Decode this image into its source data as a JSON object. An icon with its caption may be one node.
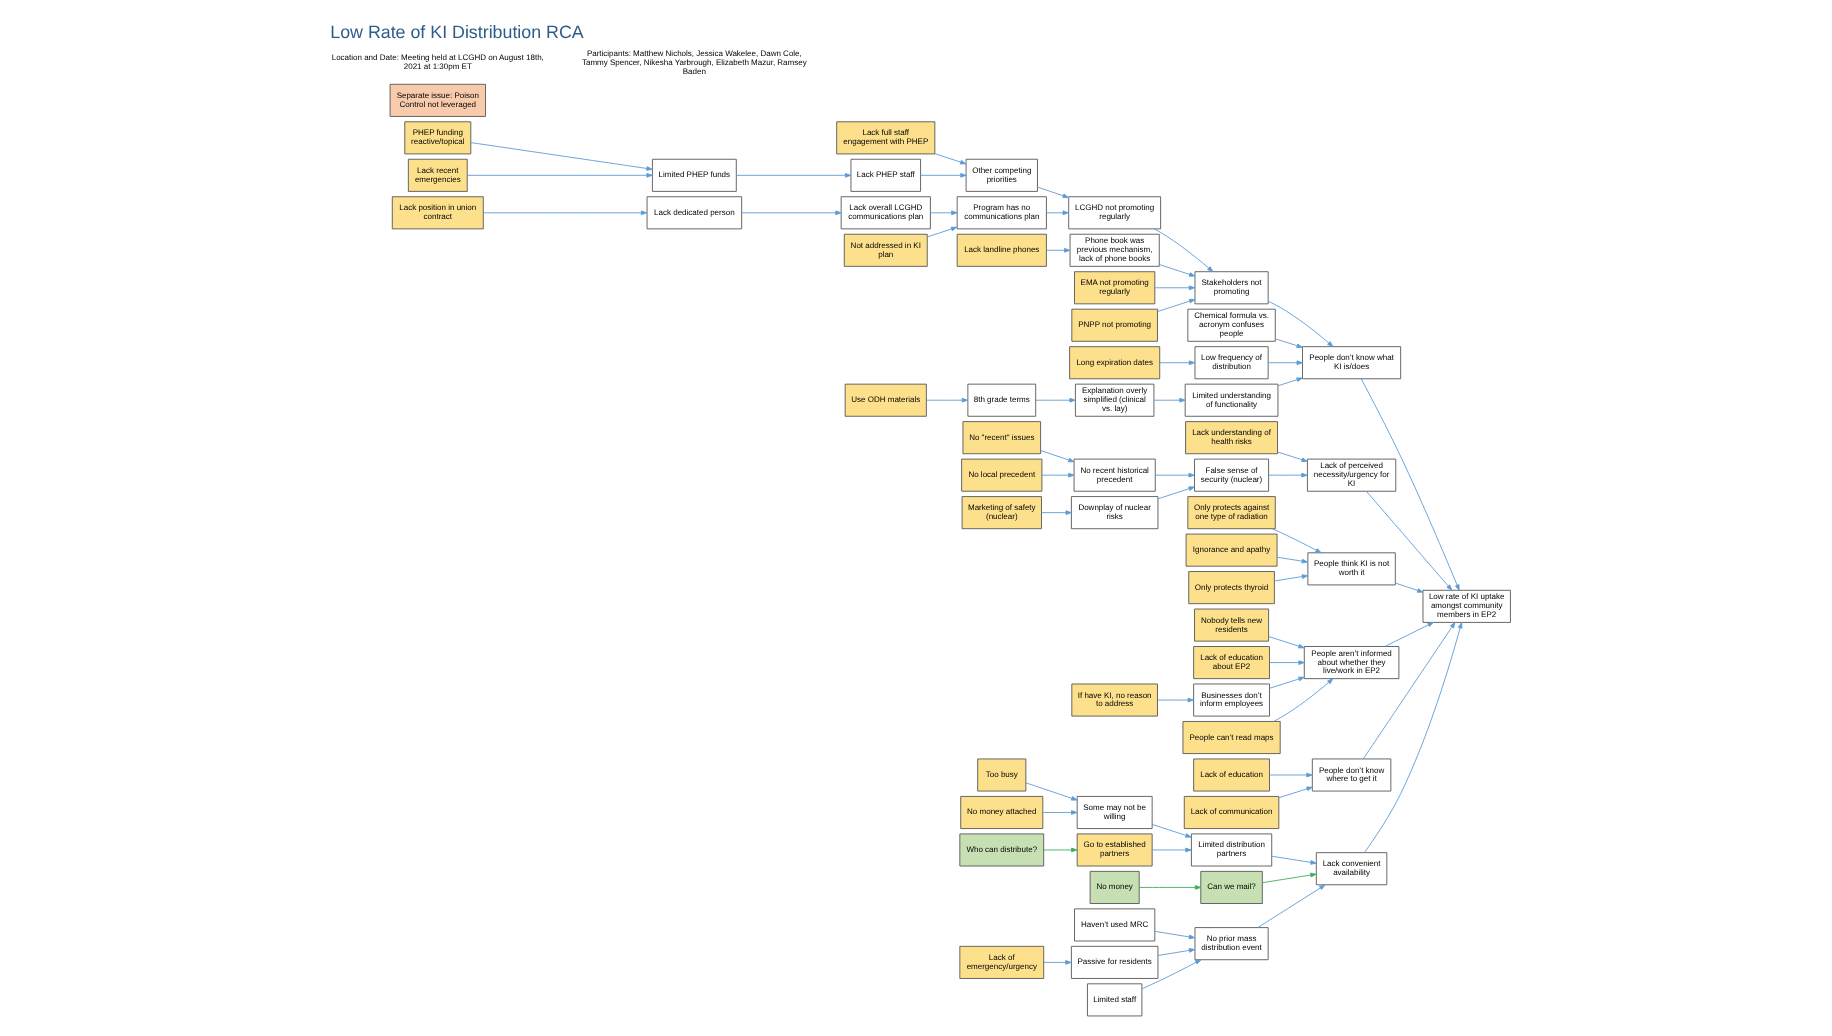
{
  "diagram": {
    "title": "Low Rate of KI Distribution RCA",
    "nodes": [
      {
        "text": [
          "No local precedent"
        ]
      },
      {
        "text": [
          "No \"recent\" issues"
        ]
      },
      {
        "text": [
          "No recent historical precedent"
        ]
      },
      {
        "text": [
          "Marketing of safety (nuclear)"
        ]
      },
      {
        "text": [
          "Downplay of nuclear risks"
        ]
      },
      {
        "text": [
          "Use ODH materials"
        ]
      },
      {
        "text": [
          "8th grade terms"
        ]
      },
      {
        "text": [
          "False sense of security (nuclear)"
        ]
      },
      {
        "text": [
          "Explanation overly simplified (clinical vs. lay)"
        ]
      },
      {
        "text": [
          "Lack understanding of health risks"
        ]
      },
      {
        "text": [
          "Long expiration dates"
        ]
      },
      {
        "text": [
          "Low frequency of distribution"
        ]
      },
      {
        "text": [
          "Limited understanding of functionality"
        ]
      },
      {
        "text": [
          "Stakeholders not promoting"
        ]
      },
      {
        "text": [
          "PNPP not promoting"
        ]
      },
      {
        "text": [
          "Not addressed in KI plan"
        ]
      },
      {
        "text": [
          "Program has no communications plan"
        ]
      },
      {
        "text": [
          "LCGHD not promoting regularly"
        ]
      },
      {
        "text": [
          "Lack position in union contract"
        ]
      },
      {
        "text": [
          "Lack dedicated person"
        ]
      },
      {
        "text": [
          "Lack overall LCGHD communications plan"
        ]
      },
      {
        "text": [
          "Phone book was previous mechanism, lack of phone books"
        ]
      },
      {
        "text": [
          "Lack recent emergencies"
        ]
      },
      {
        "text": [
          "Limited PHEP funds"
        ]
      },
      {
        "text": [
          "Lack PHEP staff"
        ]
      },
      {
        "text": [
          "Other competing priorities"
        ]
      },
      {
        "text": [
          "PHEP funding reactive/topical"
        ]
      },
      {
        "text": [
          "Lack full staff engagement with PHEP"
        ]
      },
      {
        "text": [
          "Lack landline phones"
        ]
      },
      {
        "text": [
          "EMA not promoting regularly"
        ]
      },
      {
        "text": [
          "Lack of perceived necessity/urgency for KI"
        ]
      },
      {
        "text": [
          "Chemical formula vs. acronym confuses people"
        ]
      },
      {
        "text": [
          "People don’t know what KI is/does"
        ]
      },
      {
        "text": [
          "Only protects against one type of radiation"
        ]
      },
      {
        "text": [
          "Ignorance and apathy"
        ]
      },
      {
        "text": [
          "People think KI is not worth it"
        ]
      },
      {
        "text": [
          "Only protects thyroid"
        ]
      },
      {
        "text": [
          "People can’t read maps"
        ]
      },
      {
        "text": [
          "Nobody tells new residents"
        ]
      },
      {
        "text": [
          "People aren’t informed about whether they live/work in EP2"
        ]
      },
      {
        "text": [
          "Businesses don’t inform employees"
        ]
      },
      {
        "text": [
          "If have KI, no reason to address"
        ]
      },
      {
        "text": [
          "Lack of education about EP2"
        ]
      },
      {
        "text": [
          "Lack of education"
        ]
      },
      {
        "text": [
          "People don’t know where to get it"
        ]
      },
      {
        "text": [
          "Lack of communication"
        ]
      },
      {
        "text": [
          "Low rate of KI uptake amongst community members in EP2"
        ]
      },
      {
        "text": [
          "Too busy"
        ]
      },
      {
        "text": [
          "Some may not be willing"
        ]
      },
      {
        "text": [
          "No money attached"
        ]
      },
      {
        "text": [
          "Go to established partners"
        ]
      },
      {
        "text": [
          "Limited distribution partners"
        ]
      },
      {
        "text": [
          "Who can distribute?"
        ]
      },
      {
        "text": [
          "Can we mail?"
        ]
      },
      {
        "text": [
          "No money"
        ]
      },
      {
        "text": [
          "Lack convenient availability"
        ]
      },
      {
        "text": [
          "Limited staff"
        ]
      },
      {
        "text": [
          "No prior mass distribution event"
        ]
      },
      {
        "text": [
          "Haven’t used MRC"
        ]
      },
      {
        "text": [
          "Lack of emergency/urgency"
        ]
      },
      {
        "text": [
          "Passive for residents"
        ]
      },
      {
        "text": [
          "Separate issue: Poison Control not leveraged"
        ]
      }
    ],
    "edges": [
      {
        "from": 0,
        "to": 2,
        "arrow": "to"
      },
      {
        "from": 1,
        "to": 2,
        "arrow": "to"
      },
      {
        "from": 3,
        "to": 4,
        "arrow": "to"
      },
      {
        "from": 5,
        "to": 6,
        "arrow": "to"
      },
      {
        "from": 2,
        "to": 7,
        "arrow": "to"
      },
      {
        "from": 4,
        "to": 7,
        "arrow": "to"
      },
      {
        "from": 6,
        "to": 8,
        "arrow": "to"
      },
      {
        "from": 9,
        "to": 30,
        "arrow": "to"
      },
      {
        "from": 7,
        "to": 30,
        "arrow": "to"
      },
      {
        "from": 10,
        "to": 11,
        "arrow": "to"
      },
      {
        "from": 8,
        "to": 12,
        "arrow": "to"
      },
      {
        "from": 31,
        "to": 32,
        "arrow": "to"
      },
      {
        "from": 11,
        "to": 32,
        "arrow": "to"
      },
      {
        "from": 12,
        "to": 32,
        "arrow": "to"
      },
      {
        "from": 13,
        "to": 32,
        "arrow": "to"
      },
      {
        "from": 14,
        "to": 13,
        "arrow": "to"
      },
      {
        "from": 17,
        "to": 13,
        "arrow": "to"
      },
      {
        "from": 21,
        "to": 13,
        "arrow": "to"
      },
      {
        "from": 29,
        "to": 13,
        "arrow": "to"
      },
      {
        "from": 15,
        "to": 16,
        "arrow": "to"
      },
      {
        "from": 20,
        "to": 16,
        "arrow": "to"
      },
      {
        "from": 16,
        "to": 17,
        "arrow": "to"
      },
      {
        "from": 25,
        "to": 17,
        "arrow": "to"
      },
      {
        "from": 18,
        "to": 19,
        "arrow": "to"
      },
      {
        "from": 19,
        "to": 20,
        "arrow": "to"
      },
      {
        "from": 28,
        "to": 21,
        "arrow": "to"
      },
      {
        "from": 22,
        "to": 23,
        "arrow": "to"
      },
      {
        "from": 26,
        "to": 23,
        "arrow": "to"
      },
      {
        "from": 23,
        "to": 24,
        "arrow": "to"
      },
      {
        "from": 24,
        "to": 25,
        "arrow": "to"
      },
      {
        "from": 27,
        "to": 25,
        "arrow": "to"
      },
      {
        "from": 33,
        "to": 35,
        "arrow": "to"
      },
      {
        "from": 34,
        "to": 35,
        "arrow": "to"
      },
      {
        "from": 36,
        "to": 35,
        "arrow": "to"
      },
      {
        "from": 37,
        "to": 39,
        "arrow": "to"
      },
      {
        "from": 38,
        "to": 39,
        "arrow": "to"
      },
      {
        "from": 40,
        "to": 39,
        "arrow": "to"
      },
      {
        "from": 42,
        "to": 39,
        "arrow": "to"
      },
      {
        "from": 41,
        "to": 40,
        "arrow": "to"
      },
      {
        "from": 43,
        "to": 44,
        "arrow": "to"
      },
      {
        "from": 45,
        "to": 44,
        "arrow": "to"
      },
      {
        "from": 47,
        "to": 48,
        "arrow": "to"
      },
      {
        "from": 49,
        "to": 48,
        "arrow": "to"
      },
      {
        "from": 48,
        "to": 51,
        "arrow": "to"
      },
      {
        "from": 52,
        "to": 50,
        "arrow": "to",
        "color": "#3fae5a"
      },
      {
        "from": 50,
        "to": 51,
        "arrow": "to"
      },
      {
        "from": 54,
        "to": 53,
        "arrow": "to",
        "color": "#3fae5a"
      },
      {
        "from": 53,
        "to": 55,
        "arrow": "to",
        "color": "#3fae5a"
      },
      {
        "from": 51,
        "to": 55,
        "arrow": "to"
      },
      {
        "from": 56,
        "to": 57,
        "arrow": "to"
      },
      {
        "from": 58,
        "to": 57,
        "arrow": "to"
      },
      {
        "from": 60,
        "to": 57,
        "arrow": "to"
      },
      {
        "from": 59,
        "to": 60,
        "arrow": "to"
      },
      {
        "from": 57,
        "to": 55,
        "arrow": "to"
      },
      {
        "from": 30,
        "to": 46,
        "arrow": "to"
      },
      {
        "from": 32,
        "to": 46,
        "arrow": "to"
      },
      {
        "from": 35,
        "to": 46,
        "arrow": "to"
      },
      {
        "from": 39,
        "to": 46,
        "arrow": "to"
      },
      {
        "from": 44,
        "to": 46,
        "arrow": "to"
      },
      {
        "from": 55,
        "to": 46,
        "arrow": "to"
      }
    ],
    "labels": [
      "Location and Date: Meeting held at LCGHD on August 18th, 2021 at 1:30pm ET",
      "Participants: Matthew Nichols, Jessica Wakelee, Dawn Cole, Tammy Spencer, Nikesha Yarbrough, Elizabeth Mazur, Ramsey Baden"
    ]
  }
}
